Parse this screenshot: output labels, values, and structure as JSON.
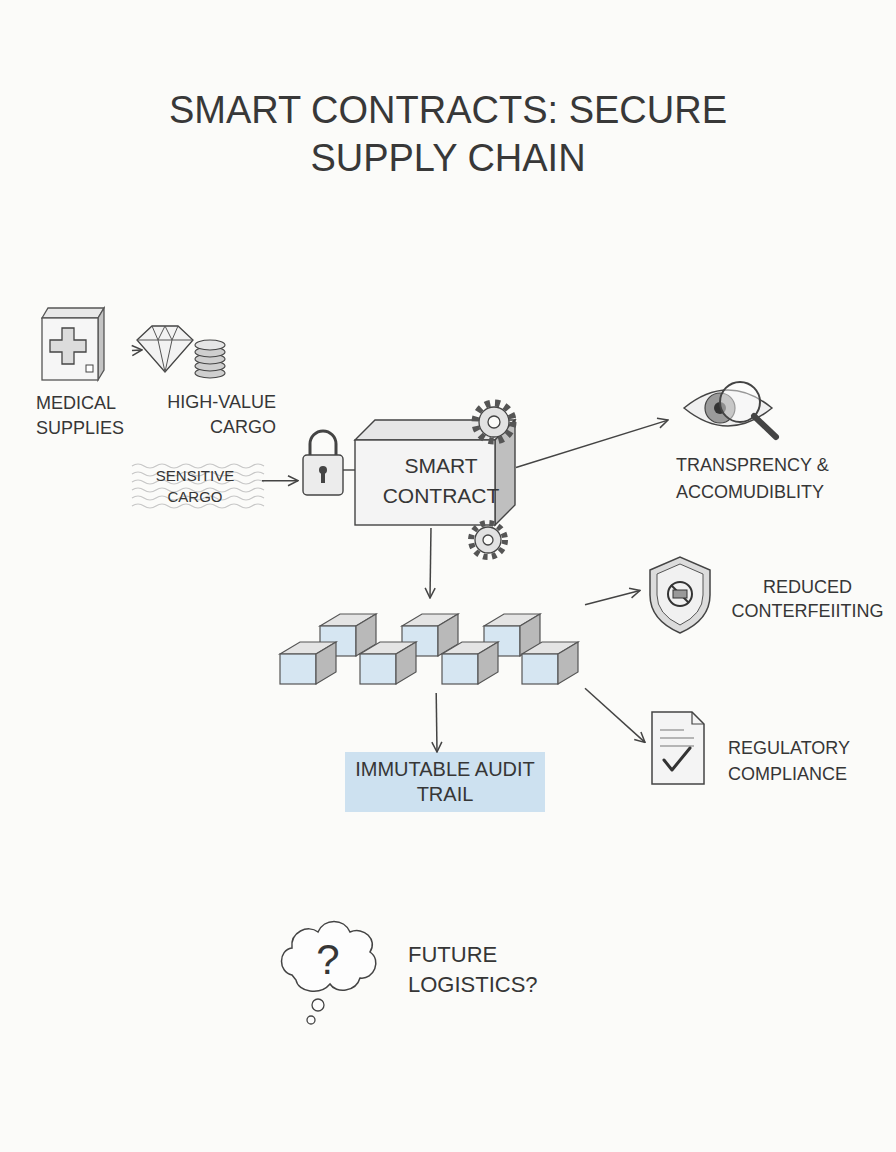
{
  "diagram": {
    "title": "SMART CONTRACTS: SECURE SUPPLY CHAIN",
    "nodes": [
      {
        "text": [
          "MEDICAL SUPPLIES"
        ]
      },
      {
        "text": [
          "HIGH-VALUE CARGO"
        ]
      },
      {
        "text": [
          "SENSITIVE CARGO"
        ]
      },
      {
        "text": [
          "SMART CONTRACT"
        ]
      },
      {
        "text": [
          "TRANSPRENCY & ACCOMUDIBLITY"
        ]
      },
      {
        "text": []
      },
      {
        "text": [
          "REDUCED CONTERFEIITING"
        ]
      },
      {
        "text": [
          "REGULATORY COMPLIANCE"
        ]
      },
      {
        "text": [
          "IMMUTABLE AUDIT TRAIL"
        ]
      },
      {
        "text": [
          "?",
          "FUTURE LOGISTICS?"
        ]
      }
    ],
    "edges": [
      {
        "from": 0,
        "to": 1,
        "arrow": "to"
      },
      {
        "from": 2,
        "to": 3,
        "arrow": "to"
      },
      {
        "from": 3,
        "to": 4,
        "arrow": "to"
      },
      {
        "from": 3,
        "to": 5,
        "arrow": "to"
      },
      {
        "from": 5,
        "to": 8,
        "arrow": "to"
      },
      {
        "from": 5,
        "to": 6,
        "arrow": "to"
      },
      {
        "from": 5,
        "to": 7,
        "arrow": "to"
      }
    ]
  }
}
